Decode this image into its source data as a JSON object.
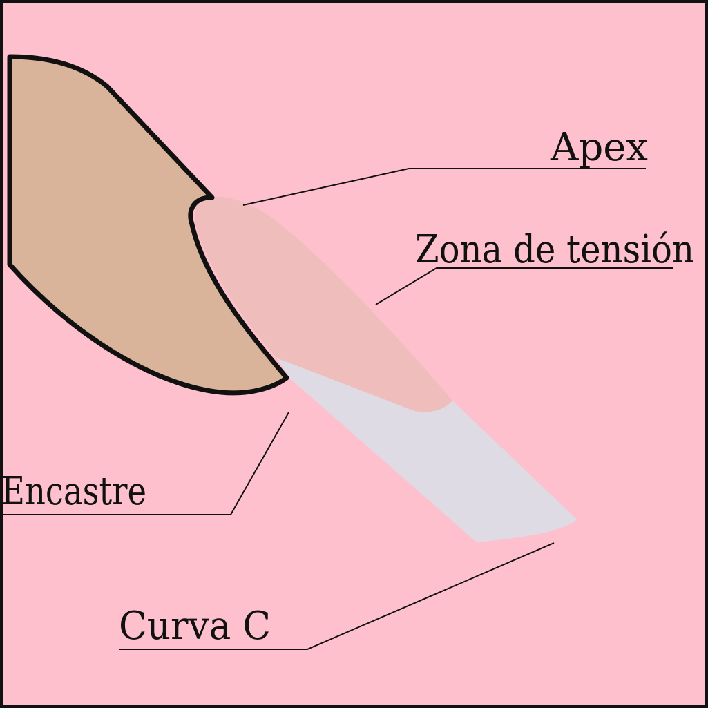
{
  "diagram": {
    "colors": {
      "background": "#ffc0cd",
      "border": "#111111",
      "finger_skin": "#d9b39a",
      "nail_bed": "#efbdbb",
      "free_edge": "#dfdbe5",
      "outline": "#111111",
      "leader_line": "#111111"
    },
    "labels": {
      "apex": "Apex",
      "zona_tension": "Zona de tensión",
      "encastre": "Encastre",
      "curva_c": "Curva C"
    }
  }
}
